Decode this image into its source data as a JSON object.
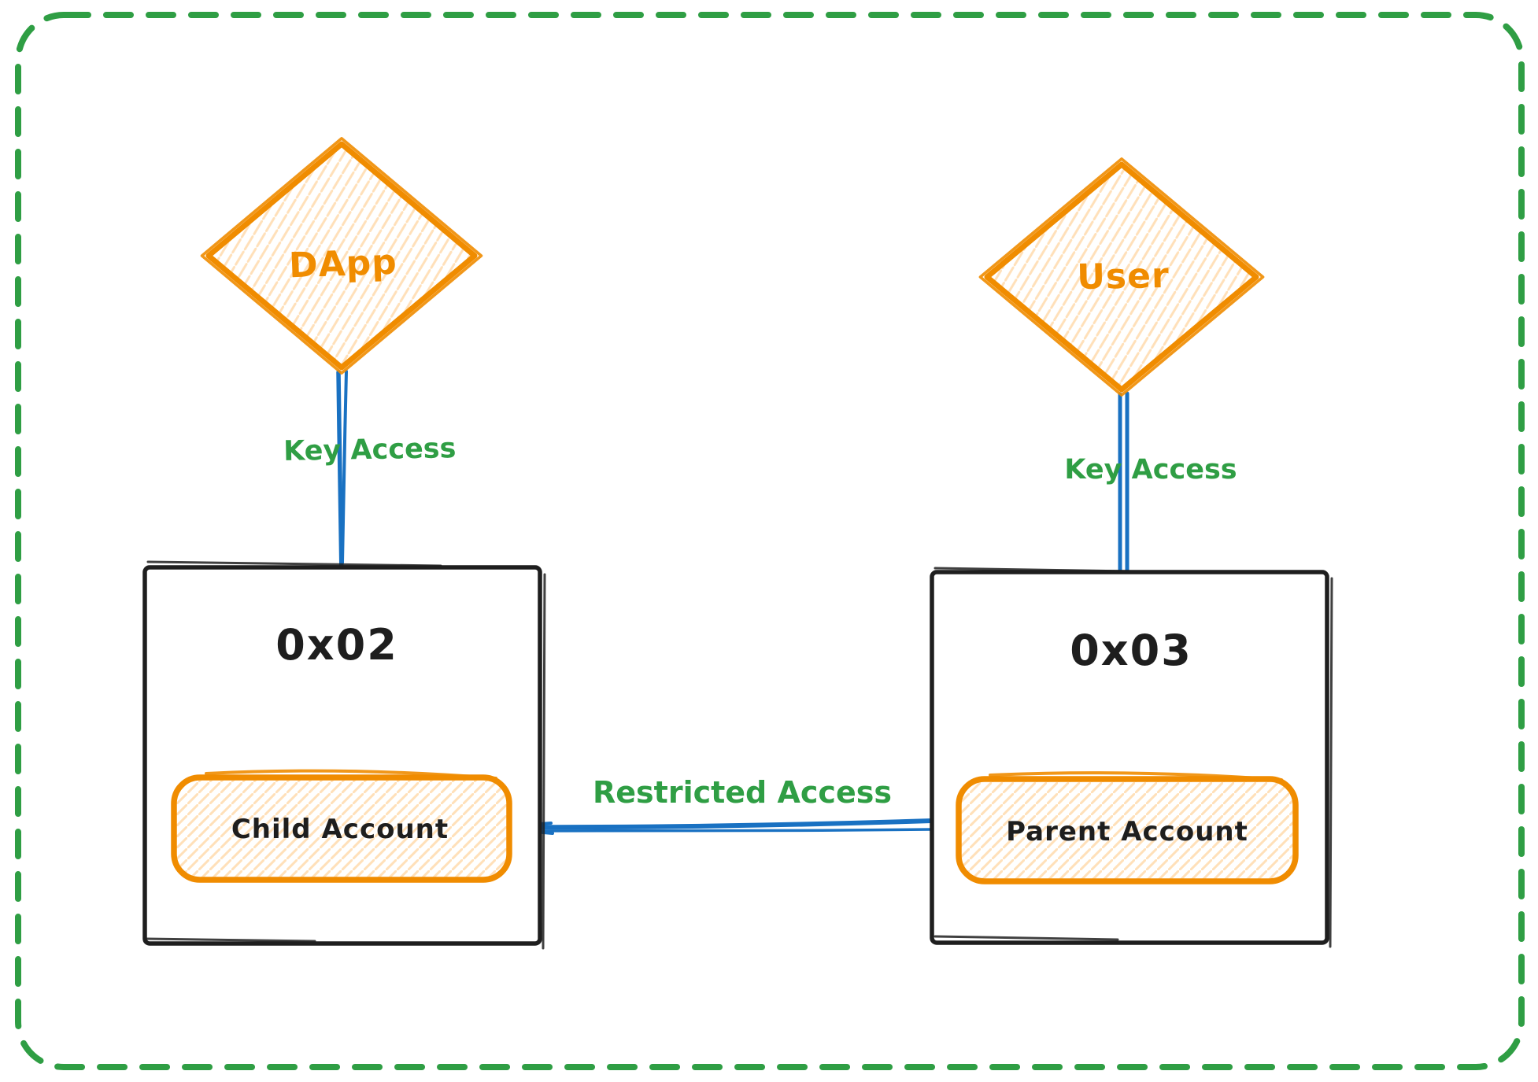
{
  "nodes": {
    "dapp": {
      "label": "DApp",
      "shape": "diamond"
    },
    "user": {
      "label": "User",
      "shape": "diamond"
    },
    "wallet_child": {
      "address": "0x02",
      "account_label": "Child Account"
    },
    "wallet_parent": {
      "address": "0x03",
      "account_label": "Parent Account"
    }
  },
  "edges": {
    "dapp_to_child": {
      "label": "Key Access"
    },
    "user_to_parent": {
      "label": "Key Access"
    },
    "parent_to_child": {
      "label": "Restricted Access"
    }
  },
  "colors": {
    "stroke_orange": "#f08c00",
    "fill_orange_hatch": "#ffd8a8",
    "stroke_green": "#2f9e44",
    "stroke_blue": "#1971c2",
    "stroke_ink": "#1e1e1e",
    "background": "#ffffff"
  }
}
